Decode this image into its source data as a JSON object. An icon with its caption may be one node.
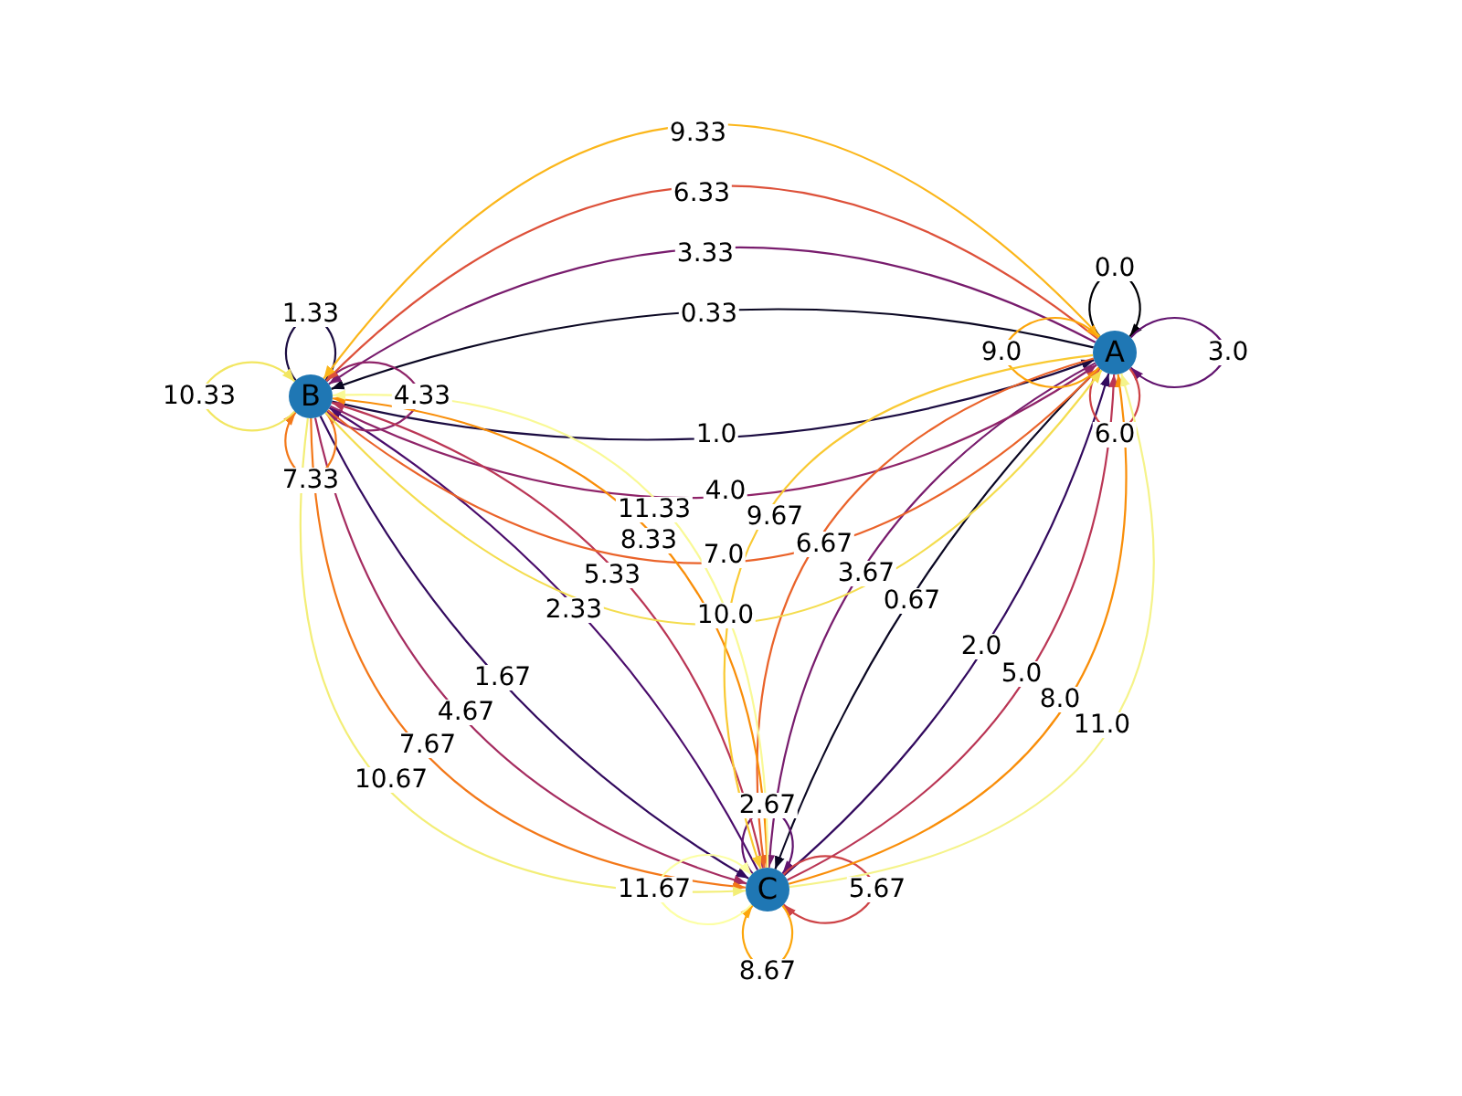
{
  "diagram": {
    "nodes": [
      {
        "text": [
          "A"
        ]
      },
      {
        "text": [
          "B"
        ]
      },
      {
        "text": [
          "C"
        ]
      }
    ],
    "edges": [
      {
        "from": 0,
        "to": 0,
        "arrow": "to",
        "label": "0.0",
        "color": "#000004"
      },
      {
        "from": 0,
        "to": 1,
        "arrow": "to",
        "label": "0.33",
        "color": "#0a0722"
      },
      {
        "from": 0,
        "to": 2,
        "arrow": "to",
        "label": "0.67",
        "color": "#0a0722"
      },
      {
        "from": 1,
        "to": 0,
        "arrow": "to",
        "label": "1.0",
        "color": "#1b0c41"
      },
      {
        "from": 1,
        "to": 1,
        "arrow": "to",
        "label": "1.33",
        "color": "#1b0c41"
      },
      {
        "from": 1,
        "to": 2,
        "arrow": "to",
        "label": "1.67",
        "color": "#320a5e"
      },
      {
        "from": 2,
        "to": 0,
        "arrow": "to",
        "label": "2.0",
        "color": "#320a5e"
      },
      {
        "from": 2,
        "to": 1,
        "arrow": "to",
        "label": "2.33",
        "color": "#4a0c6b"
      },
      {
        "from": 2,
        "to": 2,
        "arrow": "to",
        "label": "2.67",
        "color": "#61136e"
      },
      {
        "from": 0,
        "to": 0,
        "arrow": "to",
        "label": "3.0",
        "color": "#61136e"
      },
      {
        "from": 0,
        "to": 1,
        "arrow": "to",
        "label": "3.33",
        "color": "#781c6d"
      },
      {
        "from": 0,
        "to": 2,
        "arrow": "to",
        "label": "3.67",
        "color": "#781c6d"
      },
      {
        "from": 1,
        "to": 0,
        "arrow": "to",
        "label": "4.0",
        "color": "#8f2469"
      },
      {
        "from": 1,
        "to": 1,
        "arrow": "to",
        "label": "4.33",
        "color": "#8f2469"
      },
      {
        "from": 1,
        "to": 2,
        "arrow": "to",
        "label": "4.67",
        "color": "#a52c60"
      },
      {
        "from": 2,
        "to": 0,
        "arrow": "to",
        "label": "5.0",
        "color": "#ba3655"
      },
      {
        "from": 2,
        "to": 1,
        "arrow": "to",
        "label": "5.33",
        "color": "#ba3655"
      },
      {
        "from": 2,
        "to": 2,
        "arrow": "to",
        "label": "5.67",
        "color": "#cd4347"
      },
      {
        "from": 0,
        "to": 0,
        "arrow": "to",
        "label": "6.0",
        "color": "#cd4347"
      },
      {
        "from": 0,
        "to": 1,
        "arrow": "to",
        "label": "6.33",
        "color": "#dd513a"
      },
      {
        "from": 0,
        "to": 2,
        "arrow": "to",
        "label": "6.67",
        "color": "#ea632a"
      },
      {
        "from": 1,
        "to": 0,
        "arrow": "to",
        "label": "7.0",
        "color": "#ea632a"
      },
      {
        "from": 1,
        "to": 1,
        "arrow": "to",
        "label": "7.33",
        "color": "#f37819"
      },
      {
        "from": 1,
        "to": 2,
        "arrow": "to",
        "label": "7.67",
        "color": "#f37819"
      },
      {
        "from": 2,
        "to": 0,
        "arrow": "to",
        "label": "8.0",
        "color": "#f98e09"
      },
      {
        "from": 2,
        "to": 1,
        "arrow": "to",
        "label": "8.33",
        "color": "#f98e09"
      },
      {
        "from": 2,
        "to": 2,
        "arrow": "to",
        "label": "8.67",
        "color": "#fca50a"
      },
      {
        "from": 0,
        "to": 0,
        "arrow": "to",
        "label": "9.0",
        "color": "#fca50a"
      },
      {
        "from": 0,
        "to": 1,
        "arrow": "to",
        "label": "9.33",
        "color": "#fbb61a"
      },
      {
        "from": 0,
        "to": 2,
        "arrow": "to",
        "label": "9.67",
        "color": "#f9c932"
      },
      {
        "from": 1,
        "to": 0,
        "arrow": "to",
        "label": "10.0",
        "color": "#f4dd4f"
      },
      {
        "from": 1,
        "to": 1,
        "arrow": "to",
        "label": "10.33",
        "color": "#f2e661"
      },
      {
        "from": 1,
        "to": 2,
        "arrow": "to",
        "label": "10.67",
        "color": "#f3ee77"
      },
      {
        "from": 2,
        "to": 0,
        "arrow": "to",
        "label": "11.0",
        "color": "#f5f38a"
      },
      {
        "from": 2,
        "to": 1,
        "arrow": "to",
        "label": "11.33",
        "color": "#f9f996"
      },
      {
        "from": 2,
        "to": 2,
        "arrow": "to",
        "label": "11.67",
        "color": "#fcffa4"
      }
    ]
  }
}
